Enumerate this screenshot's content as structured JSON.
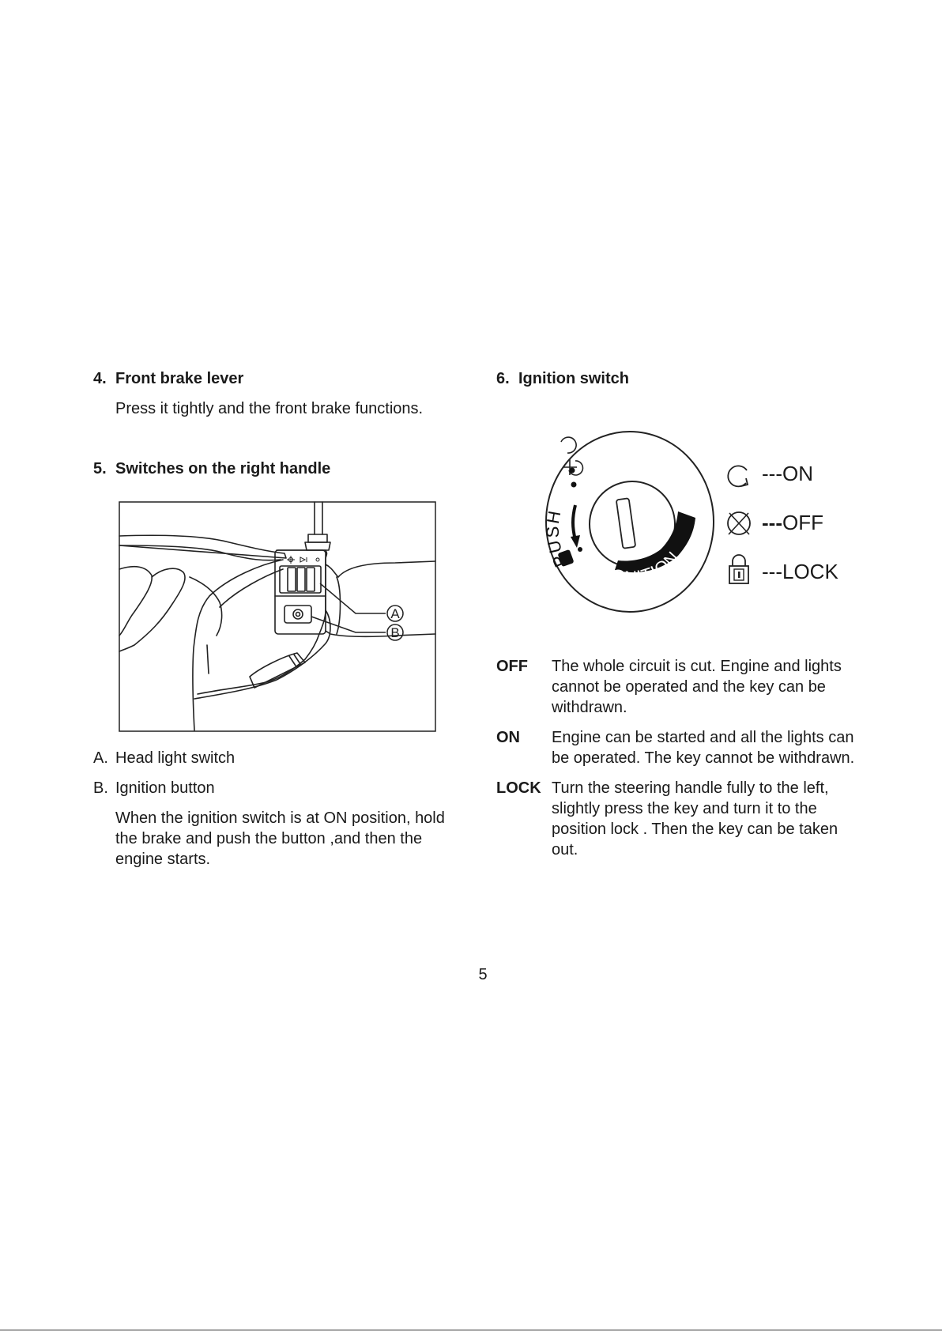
{
  "left": {
    "sec4": {
      "num": "4.",
      "title": "Front brake lever",
      "body": "Press it tightly and the front brake functions."
    },
    "sec5": {
      "num": "5.",
      "title": "Switches on the right handle"
    },
    "figure": {
      "label_a": "A",
      "label_b": "B"
    },
    "items": [
      {
        "letter": "A.",
        "text": "Head light switch"
      },
      {
        "letter": "B.",
        "text": "Ignition button"
      }
    ],
    "note_lines": [
      "When the ignition switch is at ON position, hold",
      "the brake and push the button ,and then the",
      "engine starts."
    ]
  },
  "right": {
    "sec6": {
      "num": "6.",
      "title": "Ignition switch"
    },
    "dial": {
      "push": "PUSH",
      "ignition": "IGNITION"
    },
    "legend": [
      {
        "prefix": "---",
        "label": "ON"
      },
      {
        "prefix": "---",
        "label": "OFF"
      },
      {
        "prefix": "---",
        "label": "LOCK"
      }
    ],
    "defs": [
      {
        "term": "OFF",
        "lines": [
          "The whole circuit is cut. Engine and lights",
          "cannot be operated and the key can be",
          "withdrawn."
        ]
      },
      {
        "term": "ON",
        "lines": [
          "Engine can be started and all the lights can",
          "be operated. The key cannot be withdrawn."
        ]
      },
      {
        "term": "LOCK",
        "lines": [
          "Turn the steering handle fully to the left,",
          "slightly press the key and turn it to the",
          "position lock . Then the key can be taken",
          "out."
        ]
      }
    ]
  },
  "page_number": "5"
}
